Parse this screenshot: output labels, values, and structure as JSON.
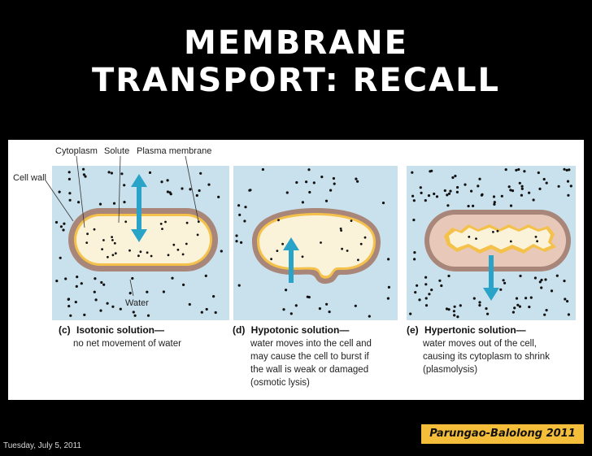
{
  "slide": {
    "title_line1": "MEMBRANE",
    "title_line2": "TRANSPORT: RECALL",
    "credit": "Parungao-Balolong 2011",
    "date": "Tuesday, July 5, 2011"
  },
  "figure": {
    "labels": {
      "cytoplasm": "Cytoplasm",
      "solute": "Solute",
      "plasma_membrane": "Plasma membrane",
      "cell_wall": "Cell wall",
      "water": "Water"
    },
    "panels": [
      {
        "letter": "(c)",
        "title": "Isotonic solution—",
        "lines": [
          "no net movement of water"
        ]
      },
      {
        "letter": "(d)",
        "title": "Hypotonic solution—",
        "lines": [
          "water moves into the cell and",
          "may cause the cell to burst if",
          "the wall is weak or damaged",
          "(osmotic lysis)"
        ]
      },
      {
        "letter": "(e)",
        "title": "Hypertonic solution—",
        "lines": [
          "water moves out of the cell,",
          "causing its cytoplasm to shrink",
          "(plasmolysis)"
        ]
      }
    ]
  },
  "colors": {
    "background": "#000000",
    "panel_fill": "#c9e1ec",
    "cell_wall": "#a8867a",
    "membrane": "#f4c14a",
    "cytoplasm": "#fbf3d9",
    "arrow": "#2aa3c9",
    "credit_bg": "#f5be3a"
  }
}
